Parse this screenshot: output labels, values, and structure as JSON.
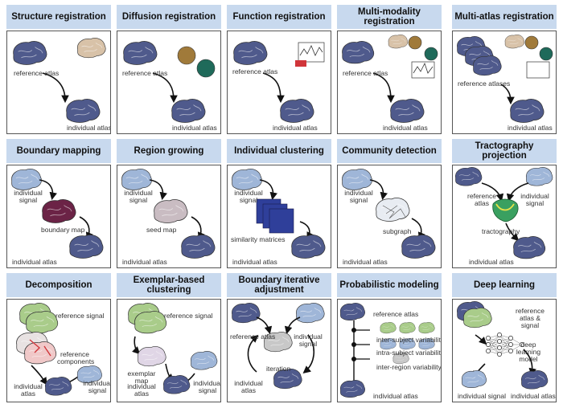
{
  "panels": [
    {
      "title": "Structure registration",
      "labels": [
        "reference atlas",
        "individual atlas"
      ]
    },
    {
      "title": "Diffusion registration",
      "labels": [
        "reference atlas",
        "individual atlas"
      ]
    },
    {
      "title": "Function registration",
      "labels": [
        "reference atlas",
        "individual atlas"
      ]
    },
    {
      "title": "Multi-modality registration",
      "labels": [
        "reference atlas",
        "individual atlas"
      ]
    },
    {
      "title": "Multi-atlas registration",
      "labels": [
        "reference atlases",
        "individual atlas"
      ]
    },
    {
      "title": "Boundary mapping",
      "labels": [
        "individual signal",
        "boundary map",
        "individual atlas"
      ]
    },
    {
      "title": "Region growing",
      "labels": [
        "individual signal",
        "seed map",
        "individual atlas"
      ]
    },
    {
      "title": "Individual clustering",
      "labels": [
        "individual signal",
        "similarity matrices",
        "individual atlas"
      ]
    },
    {
      "title": "Community detection",
      "labels": [
        "individual signal",
        "subgraph",
        "individual atlas"
      ]
    },
    {
      "title": "Tractography projection",
      "labels": [
        "reference atlas",
        "individual signal",
        "tractography",
        "individual atlas"
      ]
    },
    {
      "title": "Decomposition",
      "labels": [
        "reference signal",
        "reference components",
        "individual atlas",
        "individual signal"
      ]
    },
    {
      "title": "Exemplar-based clustering",
      "labels": [
        "reference signal",
        "exemplar map",
        "individual signal",
        "individual atlas"
      ]
    },
    {
      "title": "Boundary iterative adjustment",
      "labels": [
        "reference atlas",
        "individual signal",
        "iteration",
        "individual atlas"
      ]
    },
    {
      "title": "Probabilistic modeling",
      "labels": [
        "reference atlas",
        "inter-subject variability",
        "intra-subject variability",
        "inter-region variability",
        "individual atlas"
      ]
    },
    {
      "title": "Deep learning",
      "labels": [
        "reference atlas & signal",
        "deep learning model",
        "individual signal",
        "individual atlas"
      ]
    }
  ],
  "colors": {
    "header": "#c8d9ee",
    "atlas": "#4f5a8c",
    "signal_blue": "#9fb6d8",
    "signal_green": "#a9cc8a",
    "boundary": "#6b2346",
    "seed": "#c9bcc2",
    "matrix": "#2f3f9a",
    "tract": "#3aa060",
    "red": "#d0353a"
  }
}
